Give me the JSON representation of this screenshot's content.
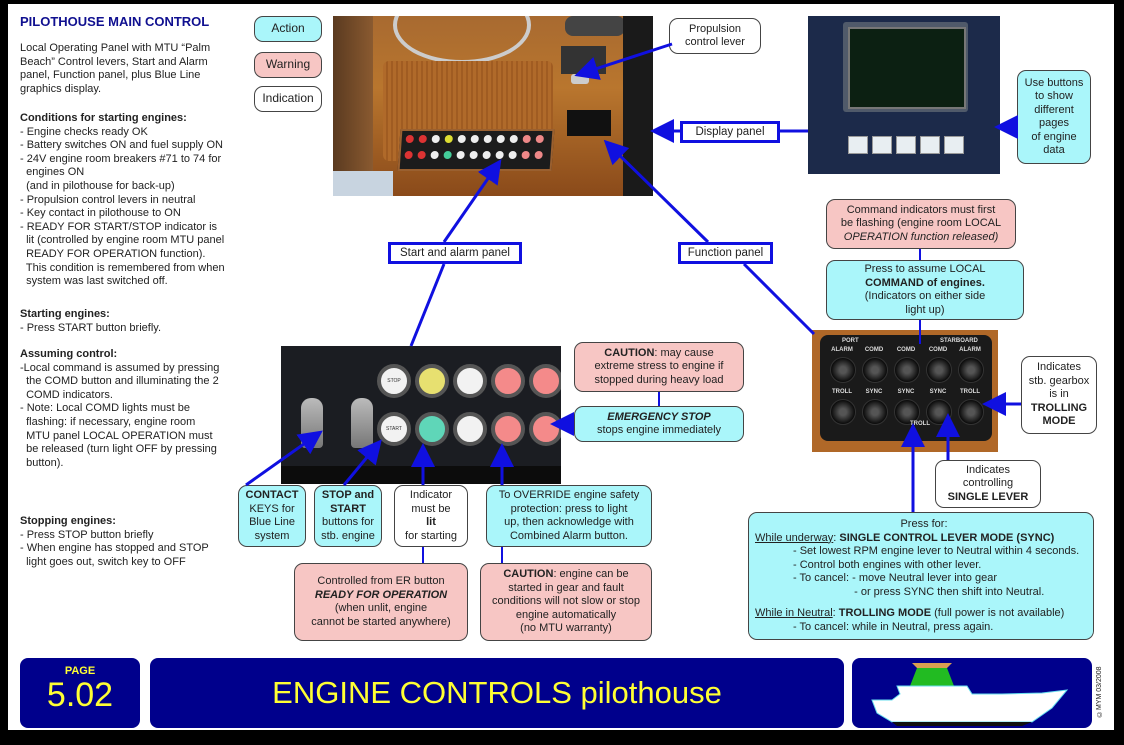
{
  "header": {
    "title": "PILOTHOUSE MAIN CONTROL"
  },
  "legend": [
    {
      "label": "Action",
      "kind": "action"
    },
    {
      "label": "Warning",
      "kind": "warning"
    },
    {
      "label": "Indication",
      "kind": "indication"
    }
  ],
  "intro": [
    "Local Operating Panel with MTU “Palm",
    "Beach” Control levers,  Start and Alarm",
    "panel, Function panel, plus  Blue Line",
    "graphics display."
  ],
  "sections": {
    "conditions": {
      "heading": "Conditions for starting engines:",
      "lines": [
        "- Engine checks ready OK",
        "- Battery switches ON and fuel supply ON",
        "- 24V engine room breakers #71 to 74 for",
        "  engines ON",
        "  (and in pilothouse for back-up)",
        "- Propulsion control levers in neutral",
        "- Key contact in pilothouse to ON",
        "- READY FOR START/STOP indicator is",
        "  lit (controlled by engine room MTU panel",
        "  READY FOR OPERATION function).",
        "  This condition is remembered from when",
        "  system was last switched off."
      ]
    },
    "starting": {
      "heading": "Starting engines:",
      "lines": [
        "- Press START button briefly."
      ]
    },
    "assuming": {
      "heading": "Assuming control:",
      "lines": [
        "-Local command is assumed by pressing",
        "  the COMD button and illuminating the 2",
        "  COMD indicators.",
        "- Note: Local COMD lights must be",
        "  flashing: if necessary, engine room",
        "  MTU panel LOCAL OPERATION must",
        "  be released (turn light OFF by pressing",
        "  button)."
      ]
    },
    "stopping": {
      "heading": "Stopping engines:",
      "lines": [
        "- Press STOP button briefly",
        "- When engine has stopped and STOP",
        "  light goes out, switch key to OFF"
      ]
    }
  },
  "labels": {
    "propulsion": [
      "Propulsion",
      "control lever"
    ],
    "display_panel": "Display panel",
    "start_alarm_panel": "Start and alarm panel",
    "function_panel": "Function panel"
  },
  "callouts": {
    "use_buttons": [
      "Use buttons",
      "to show",
      "different",
      "pages",
      "of engine",
      "data"
    ],
    "command_indicators": [
      "Command indicators must first",
      "be flashing (engine room LOCAL",
      "OPERATION function released)"
    ],
    "press_local": [
      "Press to assume LOCAL",
      "COMMAND of engines.",
      "(Indicators on either side",
      "light up)"
    ],
    "trolling_mode": [
      "Indicates",
      "stb. gearbox",
      "is in",
      "TROLLING",
      "MODE"
    ],
    "single_lever": [
      "Indicates",
      "controlling",
      "SINGLE LEVER"
    ],
    "caution_stress": [
      "CAUTION: may cause",
      "extreme stress to engine if",
      "stopped during heavy load"
    ],
    "emergency_stop": [
      "EMERGENCY STOP",
      "stops engine immediately"
    ],
    "contact_keys": [
      "CONTACT",
      "KEYS for",
      "Blue Line",
      "system"
    ],
    "stop_start": [
      "STOP and",
      "START",
      "buttons for",
      "stb. engine"
    ],
    "indicator_lit": [
      "Indicator",
      "must be",
      "lit",
      "for starting"
    ],
    "override": [
      "To OVERRIDE engine safety",
      "protection: press to light",
      "up, then acknowledge with",
      "Combined Alarm button."
    ],
    "controlled_er": [
      "Controlled from ER button",
      "READY FOR OPERATION",
      "(when unlit, engine",
      "cannot be started anywhere)"
    ],
    "caution_gear": [
      "CAUTION: engine can be",
      "started in gear and fault",
      "conditions will not slow or stop",
      "engine automatically",
      "(no MTU warranty)"
    ],
    "sync_info": {
      "intro": "Press for:",
      "underway_label": "While underway",
      "underway_mode": "SINGLE CONTROL LEVER MODE (SYNC)",
      "underway_lines": [
        "- Set lowest RPM engine lever to Neutral within 4 seconds.",
        "- Control both engines with other lever.",
        "- To cancel: - move Neutral lever into gear",
        "                    - or press SYNC then shift into Neutral."
      ],
      "neutral_label": "While in Neutral",
      "neutral_mode": "TROLLING MODE",
      "neutral_note": "(full power is not available)",
      "neutral_line": "- To cancel: while in Neutral, press again."
    }
  },
  "function_panel": {
    "group_labels": [
      "PORT",
      "STARBOARD"
    ],
    "top_row": [
      "ALARM",
      "COMD",
      "COMD",
      "COMD",
      "ALARM"
    ],
    "bottom_row": [
      "TROLL",
      "SYNC",
      "SYNC",
      "SYNC",
      "TROLL"
    ],
    "bottom_extra": "TROLL"
  },
  "start_panel_buttons": {
    "stop": "STOP",
    "start": "START"
  },
  "footer": {
    "page_label": "PAGE",
    "page_number": "5.02",
    "title": "ENGINE CONTROLS pilothouse",
    "copyright": "©MYM 03/2008"
  },
  "colors": {
    "action": "#aaf6fa",
    "warning": "#f7c6c4",
    "indication": "#ffffff",
    "arrow": "#1010e0",
    "footer_bg": "#00008c",
    "footer_text": "#ffff33"
  }
}
